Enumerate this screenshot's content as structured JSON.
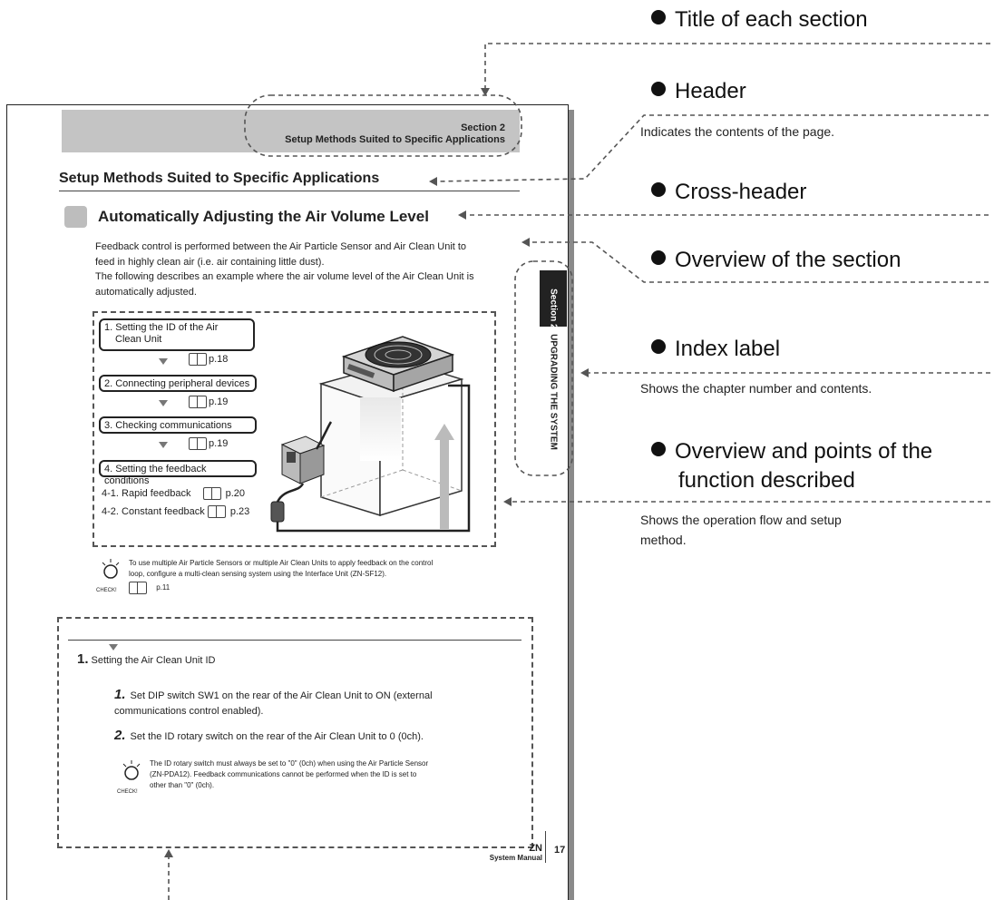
{
  "manual_page": {
    "section_label": "Section 2",
    "section_title": "Setup Methods Suited to Specific Applications",
    "page_title": "Setup Methods Suited to Specific Applications",
    "cross_header": "Automatically Adjusting the Air Volume Level",
    "overview_lines": [
      "Feedback control is performed between the Air Particle Sensor and Air Clean Unit to",
      "feed in highly clean air (i.e. air containing little dust).",
      "The following describes an example where the air volume level of the Air Clean Unit is",
      "automatically adjusted."
    ],
    "flow": {
      "step1_line1": "1. Setting the ID of the Air",
      "step1_line2": "Clean Unit",
      "step1_ref": "p.18",
      "step2": "2. Connecting peripheral devices",
      "step2_ref": "p.19",
      "step3": "3. Checking communications",
      "step3_ref": "p.19",
      "step4": "4. Setting the feedback conditions",
      "sub1": "4-1. Rapid feedback",
      "sub1_ref": "p.20",
      "sub2": "4-2. Constant feedback",
      "sub2_ref": "p.23"
    },
    "check1_line1": "To use multiple Air Particle Sensors or multiple Air Clean Units to apply feedback on the control",
    "check1_line2": "loop, configure a multi-clean sensing system using the Interface Unit (ZN-SF12).",
    "check1_ref": "p.11",
    "check_label": "CHECK!",
    "index_label_num": "Section 2",
    "index_label_text": "UPGRADING THE SYSTEM",
    "steps": {
      "main_number": "1.",
      "main_text": "Setting the Air Clean Unit ID",
      "sub1_number": "1.",
      "sub1_line1": "Set DIP switch SW1 on the rear of the Air Clean Unit to ON (external",
      "sub1_line2": "communications control enabled).",
      "sub2_number": "2.",
      "sub2_text": "Set the ID rotary switch on the rear of the Air Clean Unit to 0 (0ch).",
      "check2_line1": "The ID rotary switch must always be set to \"0\" (0ch) when using the Air Particle Sensor",
      "check2_line2": "(ZN-PDA12). Feedback communications cannot be performed when the ID is set to",
      "check2_line3": "other than \"0\" (0ch)."
    },
    "footer_model": "ZN",
    "footer_manual": "System Manual",
    "footer_page": "17"
  },
  "annotations": {
    "title_of_section": "Title of each section",
    "header": "Header",
    "header_desc": "Indicates the contents of the page.",
    "cross_header": "Cross-header",
    "overview_section": "Overview of the section",
    "index_label": "Index label",
    "index_label_desc": "Shows the chapter number and contents.",
    "overview_function_line1": "Overview and points of the",
    "overview_function_line2": "function described",
    "overview_function_desc_line1": "Shows the operation flow and setup",
    "overview_function_desc_line2": "method."
  }
}
